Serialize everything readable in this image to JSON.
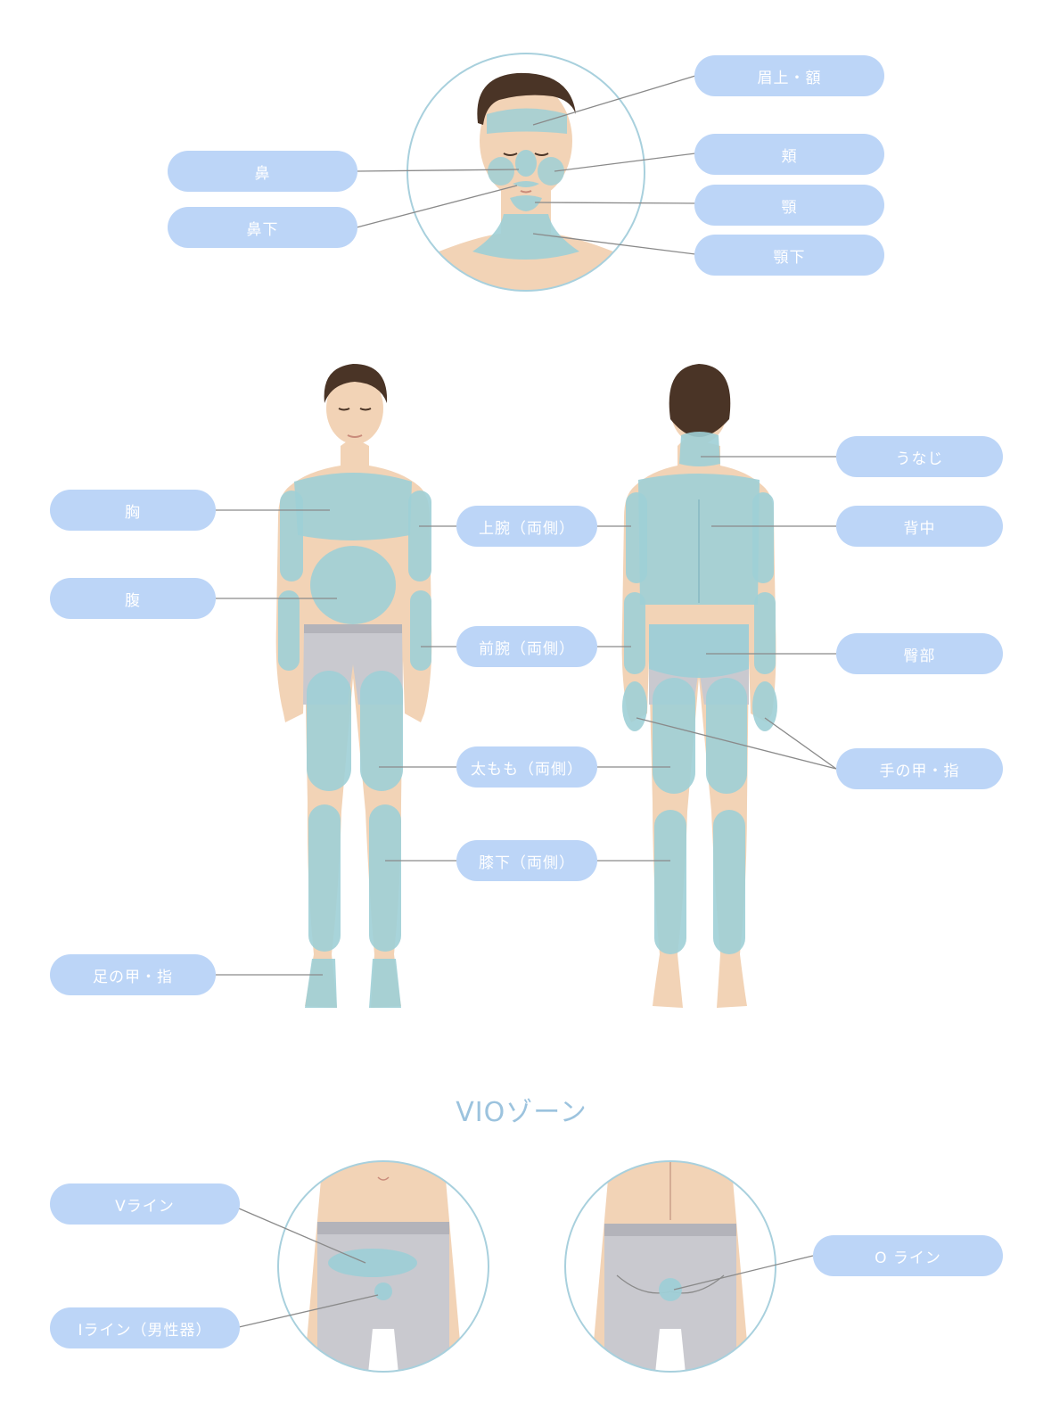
{
  "colors": {
    "pill_bg": "#bcd5f7",
    "pill_text": "#ffffff",
    "zone_fill": "#9fcfd6",
    "skin": "#f2d3b6",
    "hair": "#4a3426",
    "underwear": "#c9c9cf",
    "circle_stroke": "#a8d0dd",
    "leader_line": "#8a8a8a",
    "heading": "#9cc3de"
  },
  "face_section": {
    "labels": {
      "brow_forehead": "眉上・額",
      "nose": "鼻",
      "cheek": "頬",
      "under_nose": "鼻下",
      "chin": "顎",
      "under_chin": "顎下"
    }
  },
  "body_section": {
    "labels": {
      "chest": "胸",
      "belly": "腹",
      "upper_arm": "上腕（両側）",
      "forearm": "前腕（両側）",
      "thigh": "太もも（両側）",
      "below_knee": "膝下（両側）",
      "foot_toes": "足の甲・指",
      "nape": "うなじ",
      "back": "背中",
      "buttocks": "臀部",
      "hand_fingers": "手の甲・指"
    }
  },
  "vio_section": {
    "heading": "VIOゾーン",
    "labels": {
      "v_line": "Vライン",
      "i_line": "Iライン（男性器）",
      "o_line": "O ライン"
    }
  }
}
